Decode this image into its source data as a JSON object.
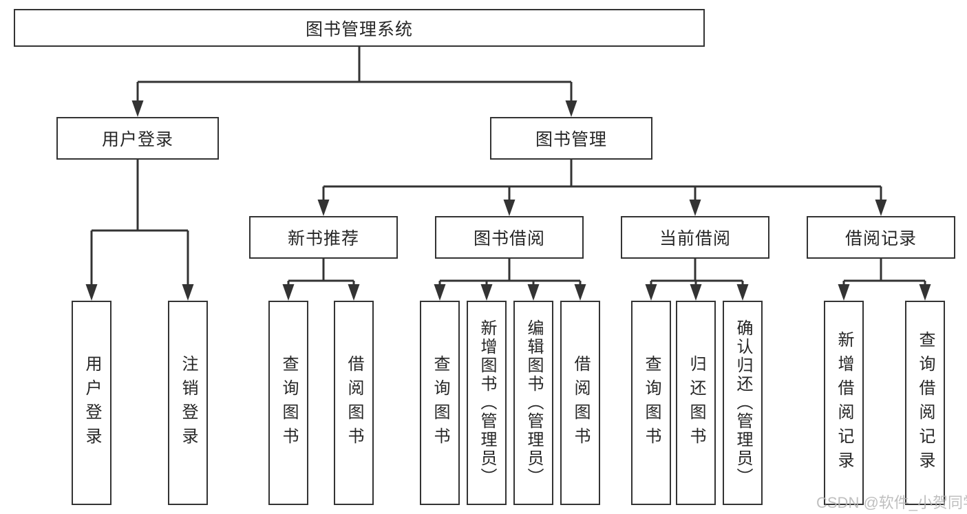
{
  "tree": {
    "label": "图书管理系统",
    "children": [
      {
        "label": "用户登录",
        "children": [
          {
            "label": "用户登录"
          },
          {
            "label": "注销登录"
          }
        ]
      },
      {
        "label": "图书管理",
        "children": [
          {
            "label": "新书推荐",
            "children": [
              {
                "label": "查询图书"
              },
              {
                "label": "借阅图书"
              }
            ]
          },
          {
            "label": "图书借阅",
            "children": [
              {
                "label": "查询图书"
              },
              {
                "label": "新增图书（管理员）"
              },
              {
                "label": "编辑图书（管理员）"
              },
              {
                "label": "借阅图书"
              }
            ]
          },
          {
            "label": "当前借阅",
            "children": [
              {
                "label": "查询图书"
              },
              {
                "label": "归还图书"
              },
              {
                "label": "确认归还（管理员）"
              }
            ]
          },
          {
            "label": "借阅记录",
            "children": [
              {
                "label": "新增借阅记录"
              },
              {
                "label": "查询借阅记录"
              }
            ]
          }
        ]
      }
    ]
  },
  "watermark": {
    "text": "CSDN @软件_小贺同学"
  },
  "colors": {
    "line": "#333333",
    "text": "#262626",
    "background": "#ffffff",
    "watermark": "#b4b4b4"
  }
}
